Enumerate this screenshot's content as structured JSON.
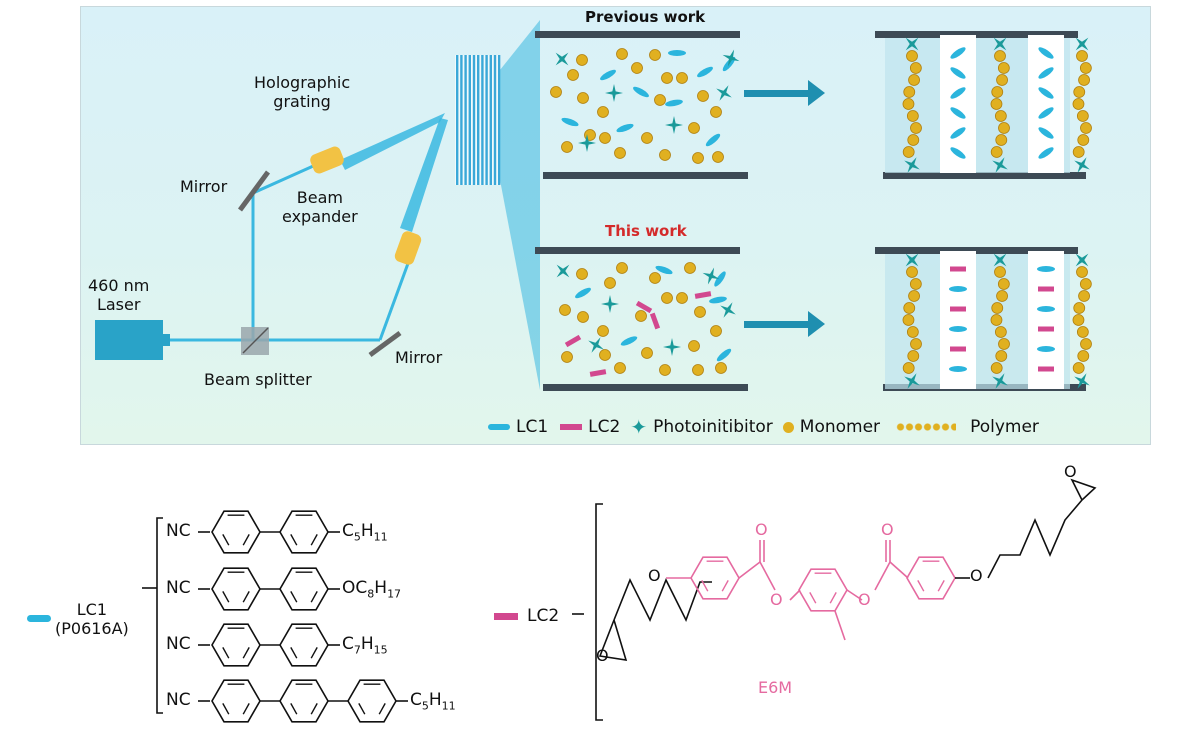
{
  "setup": {
    "laser_label_line1": "460 nm",
    "laser_label_line2": "Laser",
    "beam_splitter": "Beam splitter",
    "mirror_top": "Mirror",
    "mirror_bottom": "Mirror",
    "beam_expander_line1": "Beam",
    "beam_expander_line2": "expander",
    "grating_line1": "Holographic",
    "grating_line2": "grating"
  },
  "sections": {
    "previous": "Previous work",
    "this": "This work"
  },
  "legend": {
    "lc1": "LC1",
    "lc2": "LC2",
    "photoinitiator": "Photoinitibitor",
    "monomer": "Monomer",
    "polymer": "Polymer"
  },
  "colors": {
    "lc1": "#2bb5dd",
    "lc2": "#d2488f",
    "monomer": "#e0b020",
    "photoinitiator": "#1a9a9a",
    "beam": "#3ab8e0",
    "e6m": "#e56aa0",
    "this_work": "#d42a2a"
  },
  "chemistry": {
    "lc1_name": "LC1",
    "lc1_code": "(P0616A)",
    "lc1_compounds": [
      {
        "head": "NC",
        "tail": "C",
        "tail_sub1": "5",
        "tail_mid": "H",
        "tail_sub2": "11"
      },
      {
        "head": "NC",
        "tail": "OC",
        "tail_sub1": "8",
        "tail_mid": "H",
        "tail_sub2": "17"
      },
      {
        "head": "NC",
        "tail": "C",
        "tail_sub1": "7",
        "tail_mid": "H",
        "tail_sub2": "15"
      },
      {
        "head": "NC",
        "tail": "C",
        "tail_sub1": "5",
        "tail_mid": "H",
        "tail_sub2": "11"
      }
    ],
    "lc2_name": "LC2",
    "lc2_compound": "E6M",
    "atom_o": "O"
  }
}
